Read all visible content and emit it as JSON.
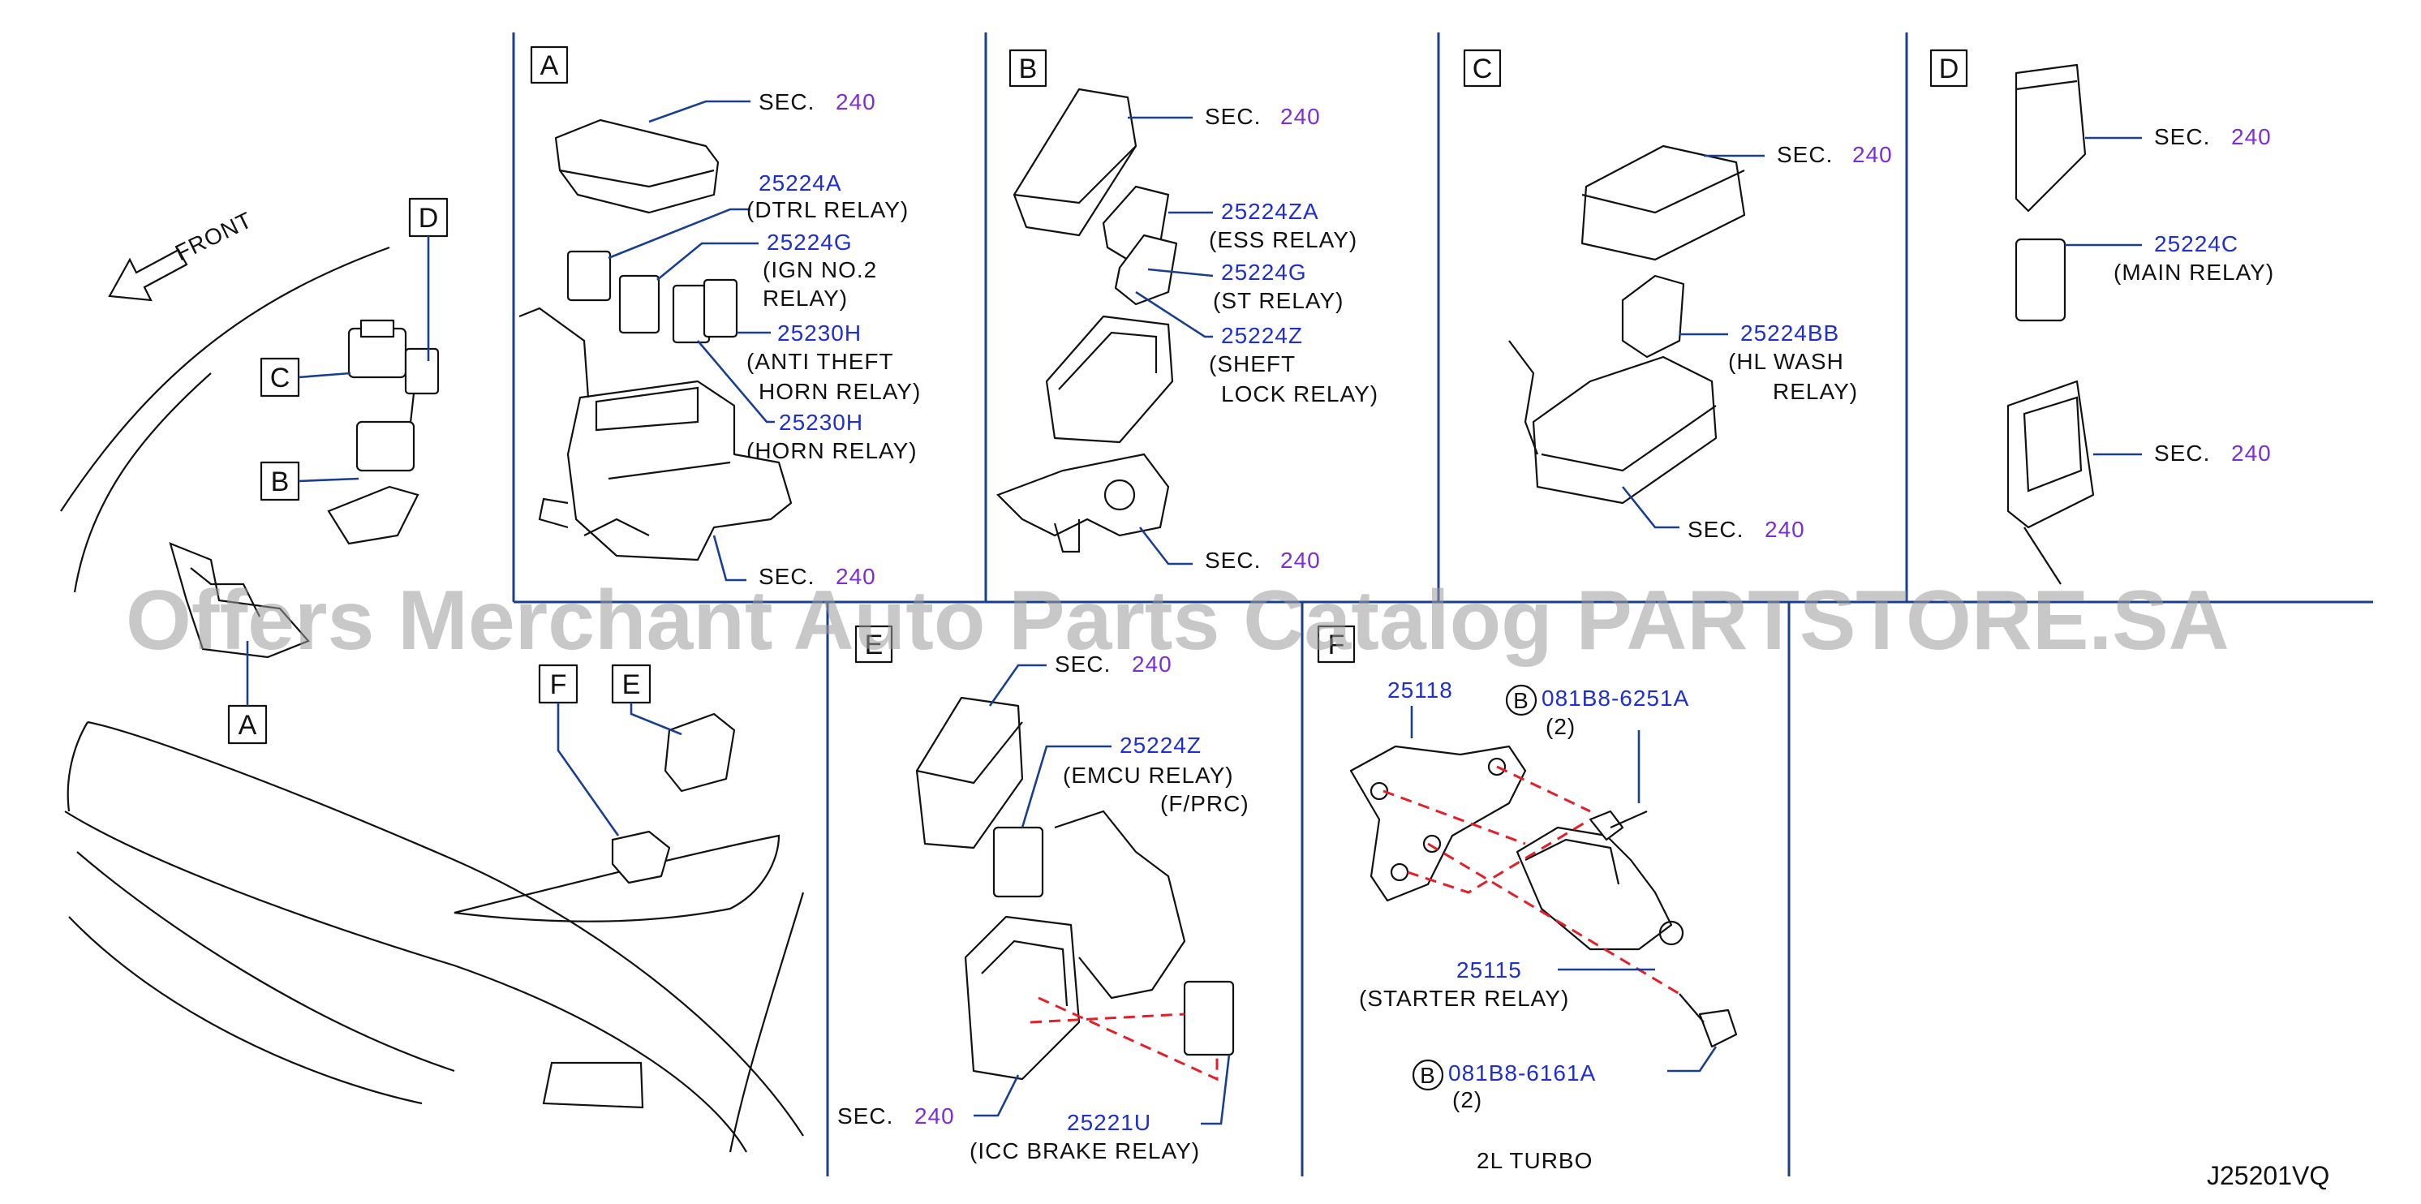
{
  "sections": {
    "A": {
      "box": "A",
      "sec_top": {
        "prefix": "SEC.",
        "num": "240"
      },
      "sec_bottom": {
        "prefix": "SEC.",
        "num": "240"
      },
      "p1": {
        "num": "25224A",
        "desc": [
          "(DTRL   RELAY)"
        ]
      },
      "p2": {
        "num": "25224G",
        "desc": [
          "(IGN   NO.2",
          "RELAY)"
        ]
      },
      "p3": {
        "num": "25230H",
        "desc": [
          "(ANTI   THEFT",
          "HORN   RELAY)"
        ]
      },
      "p4": {
        "num": "25230H",
        "desc": [
          "(HORN   RELAY)"
        ]
      }
    },
    "B": {
      "box": "B",
      "sec_top": {
        "prefix": "SEC.",
        "num": "240"
      },
      "sec_bottom": {
        "prefix": "SEC.",
        "num": "240"
      },
      "p1": {
        "num": "25224ZA",
        "desc": [
          "(ESS   RELAY)"
        ]
      },
      "p2": {
        "num": "25224G",
        "desc": [
          "(ST   RELAY)"
        ]
      },
      "p3": {
        "num": "25224Z",
        "desc": [
          "(SHEFT",
          "LOCK   RELAY)"
        ]
      }
    },
    "C": {
      "box": "C",
      "sec_top": {
        "prefix": "SEC.",
        "num": "240"
      },
      "sec_bottom": {
        "prefix": "SEC.",
        "num": "240"
      },
      "p1": {
        "num": "25224BB",
        "desc": [
          "(HL   WASH",
          "RELAY)"
        ]
      }
    },
    "D": {
      "box": "D",
      "sec_top": {
        "prefix": "SEC.",
        "num": "240"
      },
      "sec_bottom": {
        "prefix": "SEC.",
        "num": "240"
      },
      "p1": {
        "num": "25224C",
        "desc": [
          "(MAIN   RELAY)"
        ]
      }
    },
    "E": {
      "box": "E",
      "sec": {
        "prefix": "SEC.",
        "num": "240"
      },
      "p1": {
        "num": "25224Z",
        "desc": [
          "(EMCU   RELAY)",
          "(F/PRC)"
        ]
      },
      "sec_bottom": {
        "prefix": "SEC.",
        "num": "240"
      },
      "p2": {
        "num": "25221U",
        "desc": [
          "(ICC   BRAKE   RELAY)"
        ]
      }
    },
    "F": {
      "box": "F",
      "p1": {
        "num": "25118"
      },
      "b1": {
        "circle": "B",
        "num": "081B8-6251A",
        "qty": "(2)"
      },
      "p2": {
        "num": "25115",
        "desc": [
          "(STARTER   RELAY)"
        ]
      },
      "b2": {
        "circle": "B",
        "num": "081B8-6161A",
        "qty": "(2)"
      },
      "note": "2L   TURBO"
    }
  },
  "overview": {
    "front": "FRONT",
    "labels": [
      "A",
      "B",
      "C",
      "D",
      "E",
      "F"
    ]
  },
  "drawing_code": "J25201VQ",
  "watermark": "Offers Merchant Auto Parts Catalog PARTSTORE.SA",
  "colors": {
    "part_number": "#1f2fd0",
    "section_number": "#7b2fd8",
    "leader": "#1a3f8f",
    "dash": "#e2202a"
  }
}
